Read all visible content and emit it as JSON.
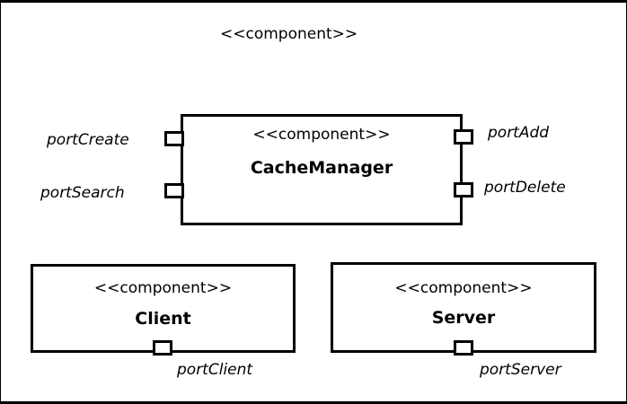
{
  "diagram": {
    "outer_stereotype": "<<component>>",
    "components": {
      "cache_manager": {
        "stereotype": "<<component>>",
        "name": "CacheManager",
        "ports": {
          "create": "portCreate",
          "search": "portSearch",
          "add": "portAdd",
          "delete": "portDelete"
        }
      },
      "client": {
        "stereotype": "<<component>>",
        "name": "Client",
        "ports": {
          "client": "portClient"
        }
      },
      "server": {
        "stereotype": "<<component>>",
        "name": "Server",
        "ports": {
          "server": "portServer"
        }
      }
    }
  }
}
